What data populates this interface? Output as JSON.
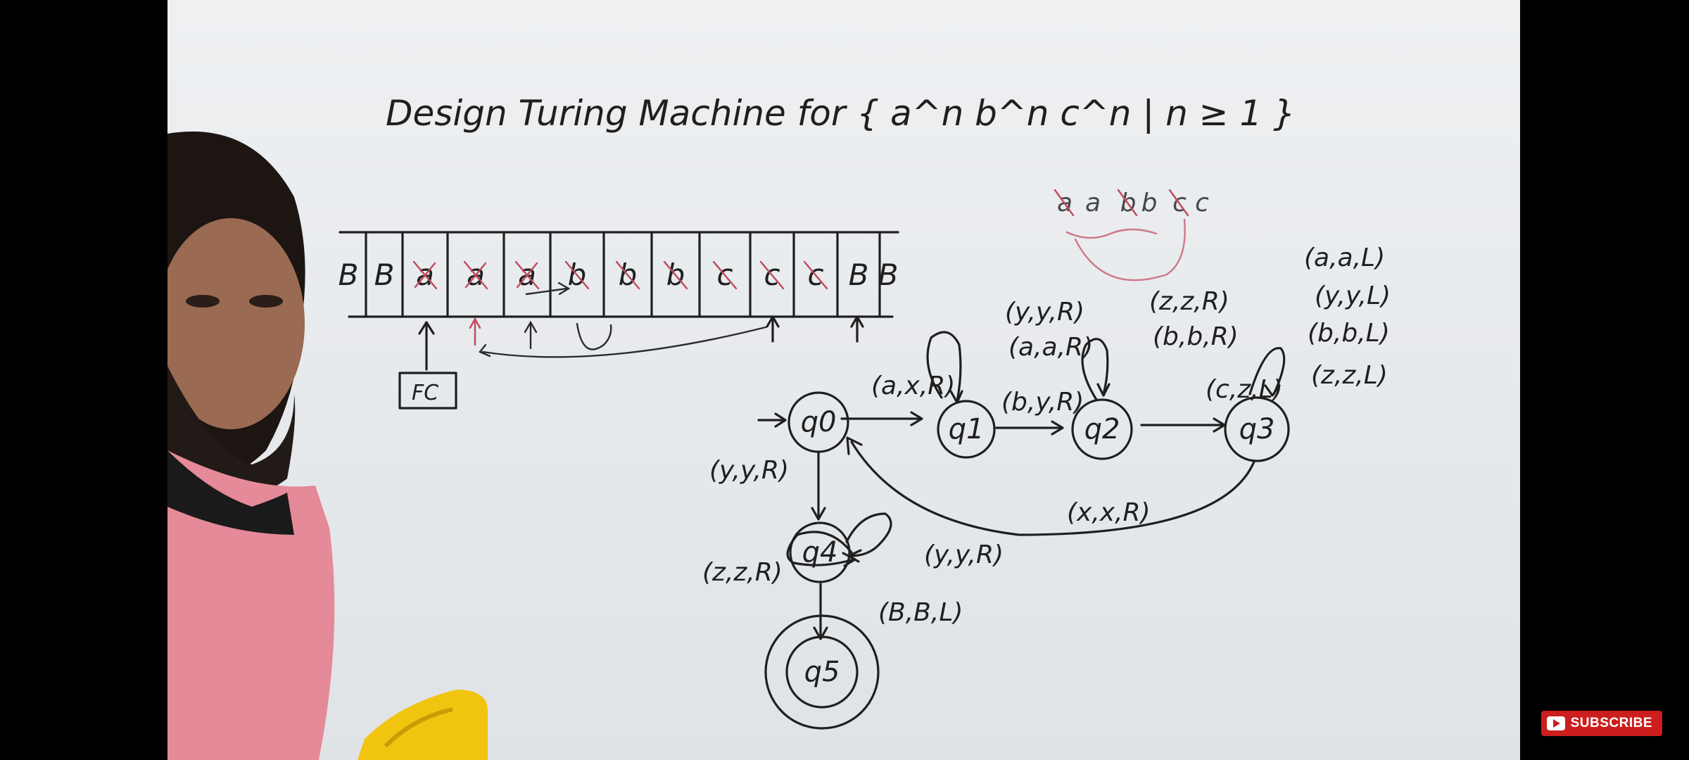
{
  "title": "Design Turing Machine for { a^n b^n c^n | n ≥ 1 }",
  "tape": {
    "cells": [
      "B",
      "B",
      "a",
      "a",
      "a",
      "b",
      "b",
      "b",
      "c",
      "c",
      "c",
      "B",
      "B"
    ],
    "control_label": "FC"
  },
  "scratch": {
    "symbols": [
      "a",
      "a",
      "b",
      "b",
      "c",
      "c"
    ]
  },
  "states": [
    "q0",
    "q1",
    "q2",
    "q3",
    "q4",
    "q5"
  ],
  "transitions": [
    {
      "from": "q0",
      "to": "q1",
      "label": "(a,x,R)"
    },
    {
      "from": "q1",
      "to": "q1",
      "label": "(y,y,R)"
    },
    {
      "from": "q1",
      "to": "q1",
      "label": "(a,a,R)"
    },
    {
      "from": "q1",
      "to": "q2",
      "label": "(b,y,R)"
    },
    {
      "from": "q2",
      "to": "q2",
      "label": "(z,z,R)"
    },
    {
      "from": "q2",
      "to": "q2",
      "label": "(b,b,R)"
    },
    {
      "from": "q2",
      "to": "q3",
      "label": "(c,z,L)"
    },
    {
      "from": "q3",
      "to": "q3",
      "label": "(a,a,L)"
    },
    {
      "from": "q3",
      "to": "q3",
      "label": "(y,y,L)"
    },
    {
      "from": "q3",
      "to": "q3",
      "label": "(b,b,L)"
    },
    {
      "from": "q3",
      "to": "q3",
      "label": "(z,z,L)"
    },
    {
      "from": "q3",
      "to": "q0",
      "label": "(x,x,R)"
    },
    {
      "from": "q0",
      "to": "q4",
      "label": "(y,y,R)"
    },
    {
      "from": "q4",
      "to": "q4",
      "label": "(z,z,R)"
    },
    {
      "from": "q4",
      "to": "q4",
      "label": "(y,y,R)"
    },
    {
      "from": "q4",
      "to": "q5",
      "label": "(B,B,L)"
    }
  ],
  "overlay": {
    "subscribe_label": "SUBSCRIBE"
  },
  "colors": {
    "ink": "#1f1f1f",
    "red_marker": "#c0485a",
    "board": "#e8ebee",
    "shirt": "#e58a98"
  }
}
